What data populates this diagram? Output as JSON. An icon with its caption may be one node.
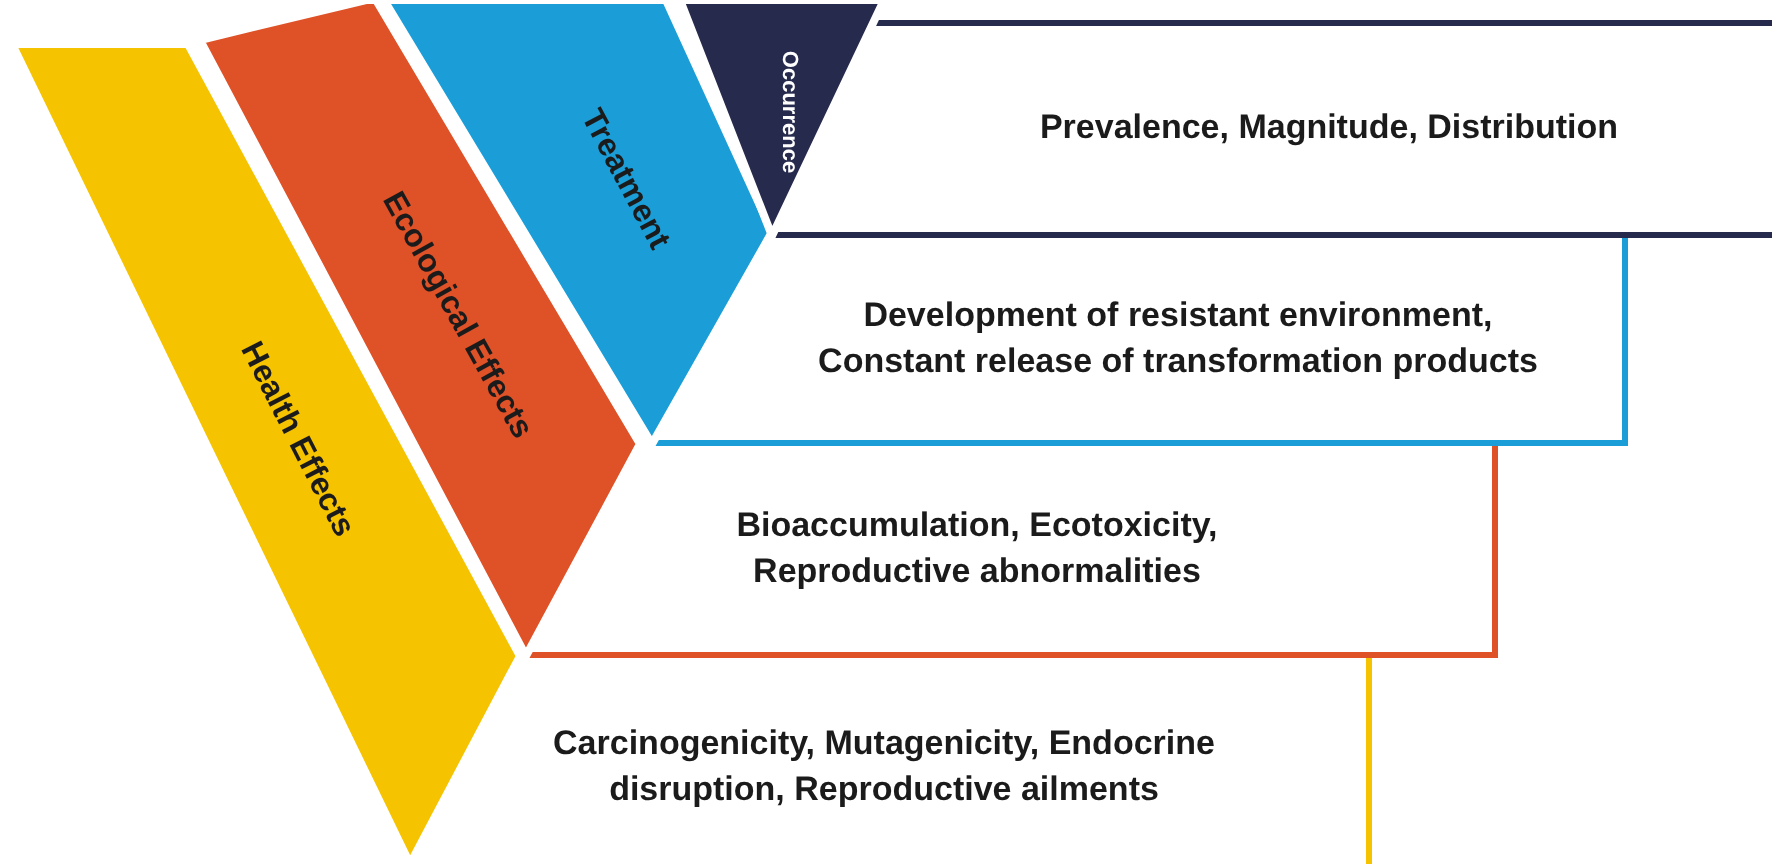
{
  "diagram": {
    "nodes": [
      {
        "text": [
          "Occurrence"
        ]
      },
      {
        "text": [
          "Prevalence, Magnitude, Distribution"
        ]
      },
      {
        "text": [
          "Treatment"
        ]
      },
      {
        "text": [
          "Development of resistant environment, Constant release of transformation products"
        ]
      },
      {
        "text": [
          "Ecological Effects"
        ]
      },
      {
        "text": [
          "Bioaccumulation, Ecotoxicity, Reproductive abnormalities"
        ]
      },
      {
        "text": [
          "Health Effects"
        ]
      },
      {
        "text": [
          "Carcinogenicity, Mutagenicity, Endocrine disruption, Reproductive ailments"
        ]
      }
    ]
  }
}
